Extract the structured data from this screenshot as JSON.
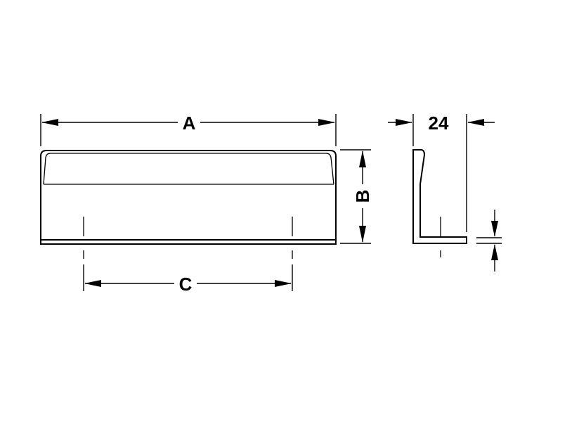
{
  "drawing": {
    "label_a": "A",
    "label_b": "B",
    "label_c": "C",
    "label_depth": "24"
  }
}
